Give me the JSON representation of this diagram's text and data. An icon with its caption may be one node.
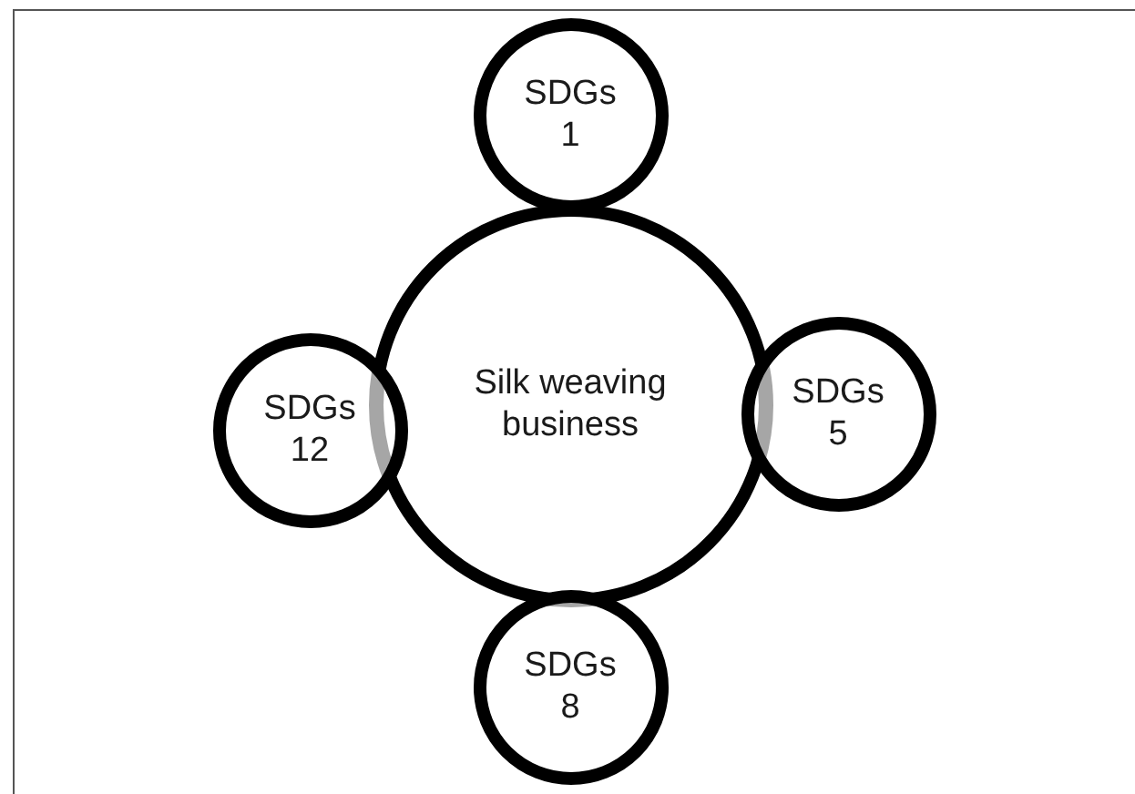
{
  "diagram": {
    "nodes": [
      {
        "text": [
          "Silk weaving business"
        ]
      },
      {
        "text": [
          "SDGs 1"
        ]
      },
      {
        "text": [
          "SDGs 12"
        ]
      },
      {
        "text": [
          "SDGs 5"
        ]
      },
      {
        "text": [
          "SDGs 8"
        ]
      }
    ]
  }
}
